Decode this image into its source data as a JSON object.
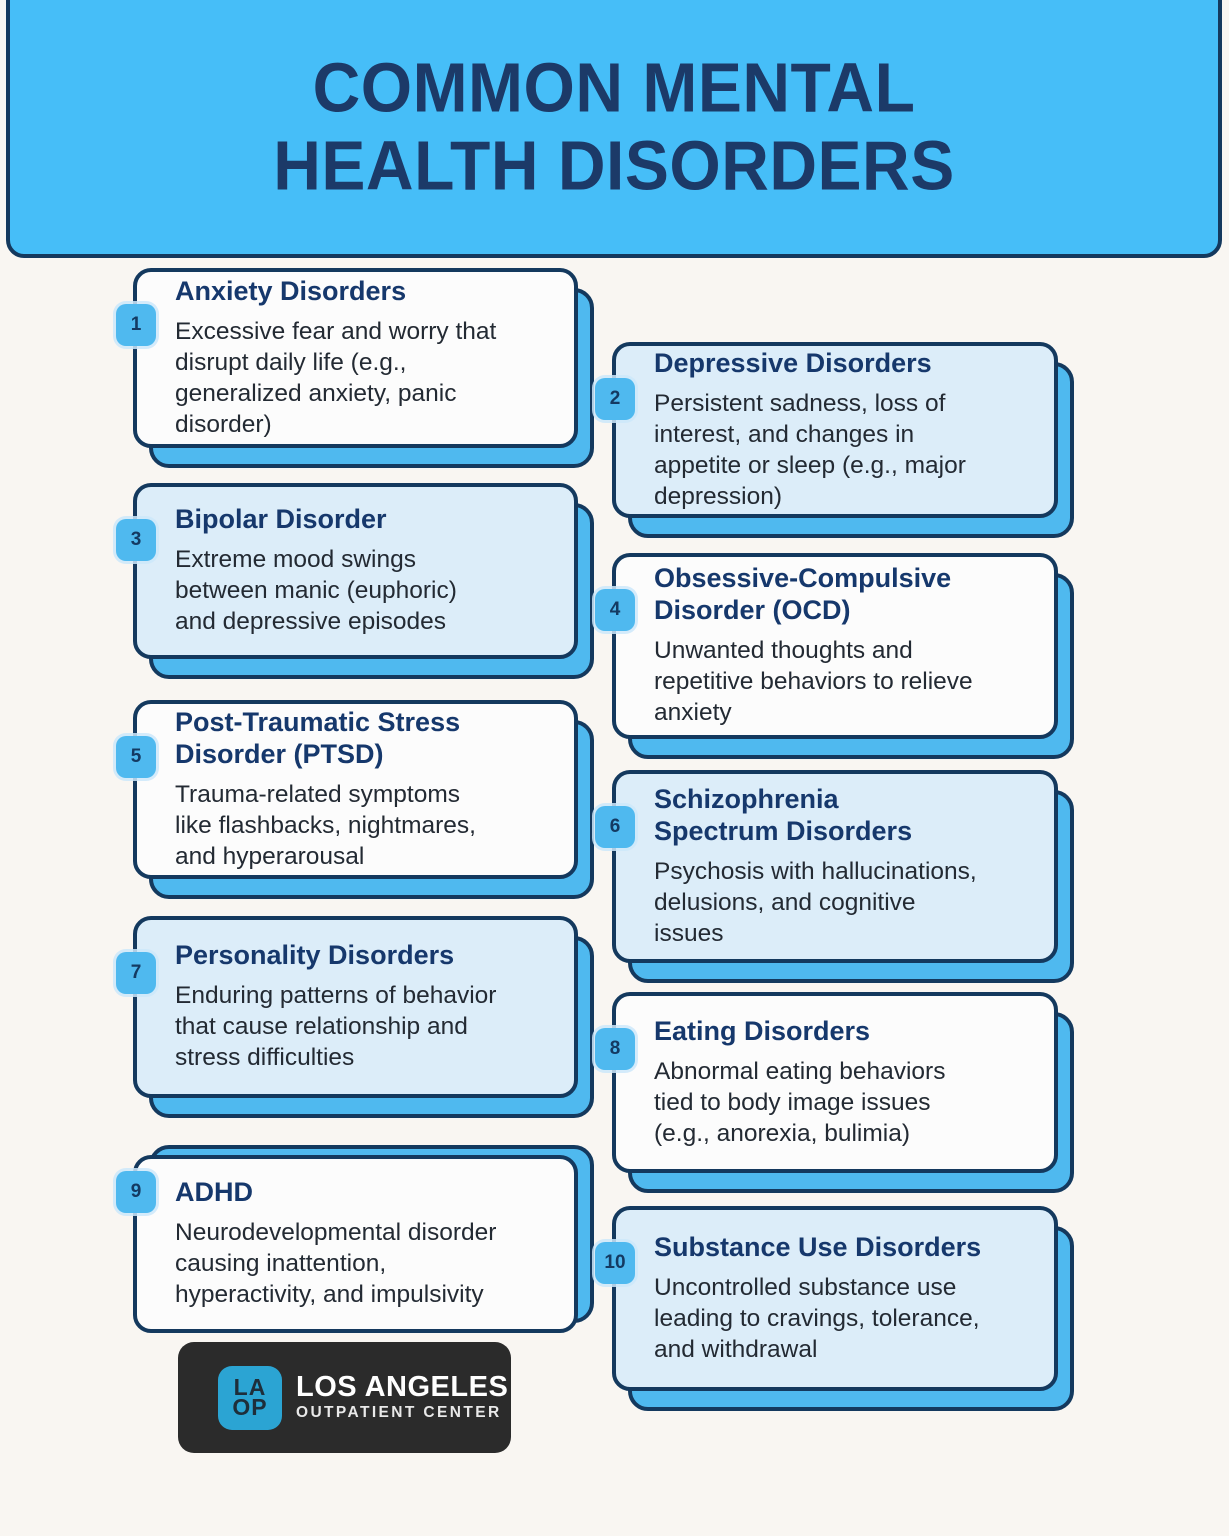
{
  "header": {
    "title": "COMMON MENTAL\nHEALTH DISORDERS"
  },
  "colors": {
    "banner_blue": "#46BEF8",
    "accent_blue": "#4FB9EF",
    "border_navy": "#14395E",
    "title_navy": "#16386C",
    "body_text": "#232A33",
    "light_card_bg": "#DCEDF9",
    "white_card_bg": "#FCFCFC",
    "page_bg": "#F9F6F2",
    "logo_plate_bg": "#2B2B2B",
    "logo_mark_blue": "#2BA4D3"
  },
  "cards": [
    {
      "number": "1",
      "title": "Anxiety Disorders",
      "description": "Excessive fear and worry that\ndisrupt daily life (e.g.,\ngeneralized anxiety, panic\ndisorder)"
    },
    {
      "number": "2",
      "title": "Depressive Disorders",
      "description": "Persistent sadness, loss of\ninterest, and changes in\nappetite or sleep (e.g., major\ndepression)"
    },
    {
      "number": "3",
      "title": "Bipolar Disorder",
      "description": "Extreme mood swings\nbetween manic (euphoric)\nand depressive episodes"
    },
    {
      "number": "4",
      "title": "Obsessive-Compulsive\nDisorder (OCD)",
      "description": "Unwanted thoughts and\nrepetitive behaviors to relieve\nanxiety"
    },
    {
      "number": "5",
      "title": "Post-Traumatic Stress\nDisorder (PTSD)",
      "description": "Trauma-related symptoms\nlike flashbacks, nightmares,\nand hyperarousal"
    },
    {
      "number": "6",
      "title": "Schizophrenia\nSpectrum Disorders",
      "description": "Psychosis with hallucinations,\ndelusions, and cognitive\nissues"
    },
    {
      "number": "7",
      "title": "Personality Disorders",
      "description": "Enduring patterns of behavior\nthat cause relationship and\nstress difficulties"
    },
    {
      "number": "8",
      "title": "Eating Disorders",
      "description": "Abnormal eating behaviors\ntied to body image issues\n(e.g., anorexia, bulimia)"
    },
    {
      "number": "9",
      "title": "ADHD",
      "description": "Neurodevelopmental disorder\ncausing inattention,\nhyperactivity, and impulsivity"
    },
    {
      "number": "10",
      "title": "Substance Use Disorders",
      "description": "Uncontrolled substance use\nleading to cravings, tolerance,\nand withdrawal"
    }
  ],
  "footer_logo": {
    "monogram_top": "LA",
    "monogram_bottom": "OP",
    "name_line1": "LOS ANGELES",
    "name_line2": "OUTPATIENT CENTER"
  }
}
